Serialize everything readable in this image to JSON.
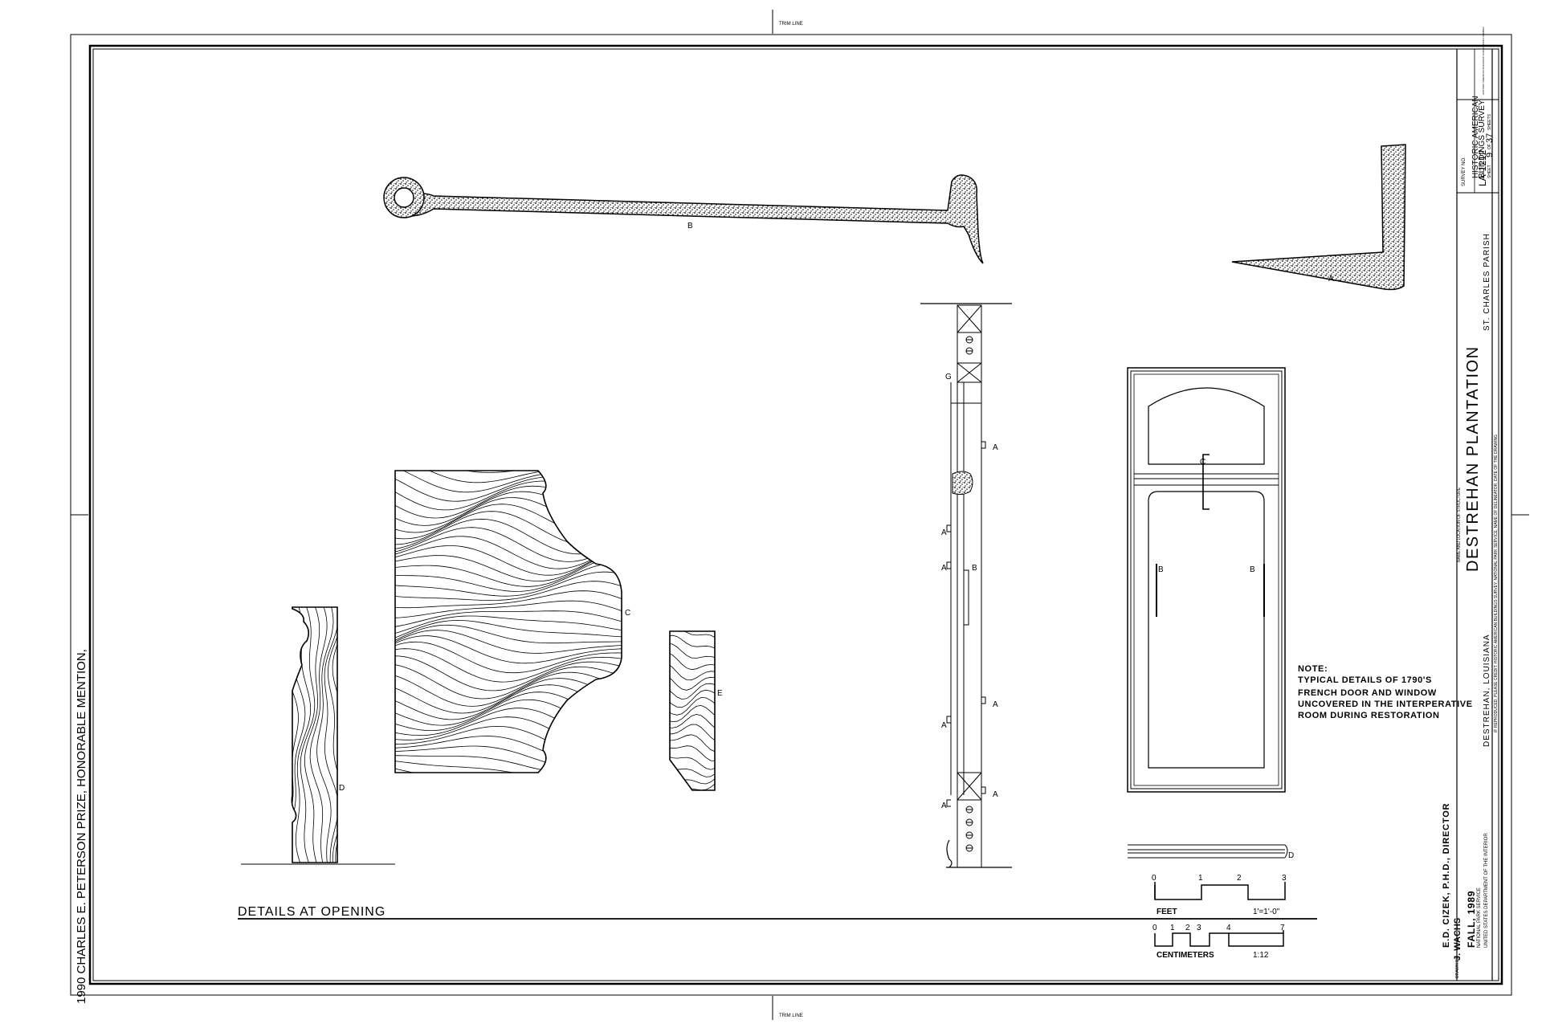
{
  "trim_line_top": "TRIM LINE",
  "trim_line_bottom": "TRIM LINE",
  "prize": "1990 CHARLES E. PETERSON PRIZE, HONORABLE MENTION,",
  "drawing_title": "DETAILS AT OPENING",
  "labels": {
    "hook_b": "B",
    "nail_a": "A",
    "profile_c": "C",
    "profile_d": "D",
    "profile_e": "E",
    "jamb_g": "G",
    "jamb_a": "A",
    "jamb_b": "B",
    "door_c": "C",
    "door_b": "B",
    "sill_d": "D"
  },
  "note": {
    "heading": "NOTE:",
    "lines": [
      "TYPICAL DETAILS OF 1790'S",
      "FRENCH DOOR AND WINDOW",
      "UNCOVERED IN THE INTERPERATIVE",
      "ROOM DURING   RESTORATION"
    ]
  },
  "scale_feet": {
    "ticks": [
      "0",
      "1",
      "2",
      "3"
    ],
    "unit": "FEET",
    "ratio": "1'=1'-0\""
  },
  "scale_cm": {
    "ticks": [
      "0",
      "1",
      "2",
      "3",
      "4",
      "7"
    ],
    "unit": "CENTIMETERS",
    "ratio": "1:12"
  },
  "credits": {
    "director": "E.D. CIZEK, P.H.D., DIRECTOR",
    "drawn_by_label": "DRAWN BY",
    "drawn_by": "J. WACHS",
    "date": "FALL, 1989",
    "agency1": "NATIONAL PARK SERVICE",
    "agency2": "UNITED STATES DEPARTMENT OF THE INTERIOR"
  },
  "title_block": {
    "name_location_label": "NAME AND LOCATION OF STRUCTURE",
    "name": "DESTREHAN PLANTATION",
    "location": "DESTREHAN, LOUISIANA",
    "parish": "ST. CHARLES   PARISH",
    "credit": "IF REPRODUCED, PLEASE CREDIT: HISTORIC AMERICAN BUILDINGS SURVEY, NATIONAL PARK SERVICE, NAME OF DELINEATOR, DATE OF THE DRAWING",
    "survey_no_label": "SURVEY NO.",
    "survey_no": "LA-1212",
    "habs1": "HISTORIC AMERICAN",
    "habs2": "BUILDINGS SURVEY",
    "sheet_label": "SHEET",
    "sheet_no": "9",
    "sheet_of": "OF",
    "sheet_total": "37",
    "sheets_label": "SHEETS",
    "index_label": "HISTORIC AMERICAN BUILDINGS SURVEY INDEX NUMBER"
  }
}
